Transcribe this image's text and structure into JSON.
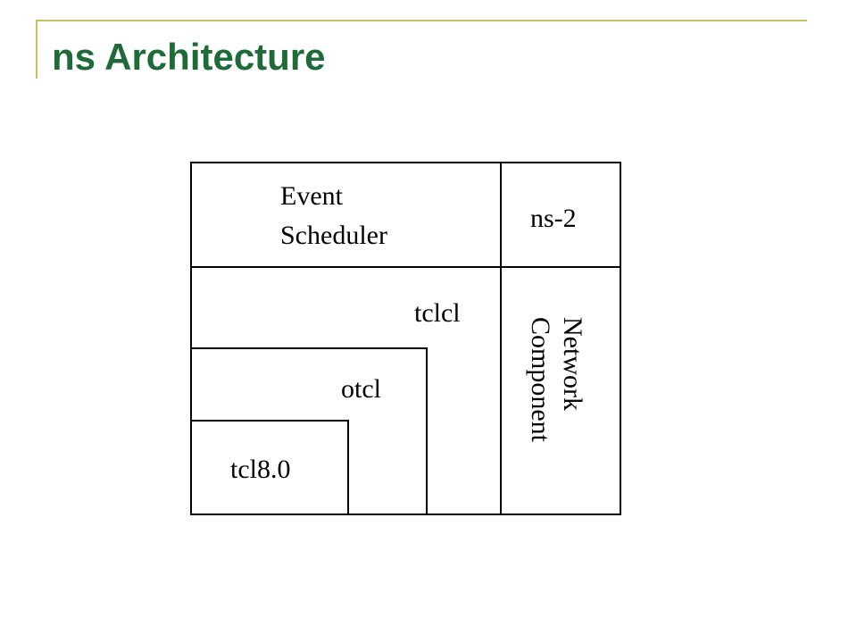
{
  "slide": {
    "title": "ns Architecture",
    "accent_color": "#c9c163",
    "title_color": "#1e6b39"
  },
  "diagram": {
    "event_scheduler_line1": "Event",
    "event_scheduler_line2": "Scheduler",
    "ns2": "ns-2",
    "tclcl": "tclcl",
    "otcl": "otcl",
    "tcl80": "tcl8.0",
    "network_line1": "Network",
    "network_line2": "Component"
  }
}
